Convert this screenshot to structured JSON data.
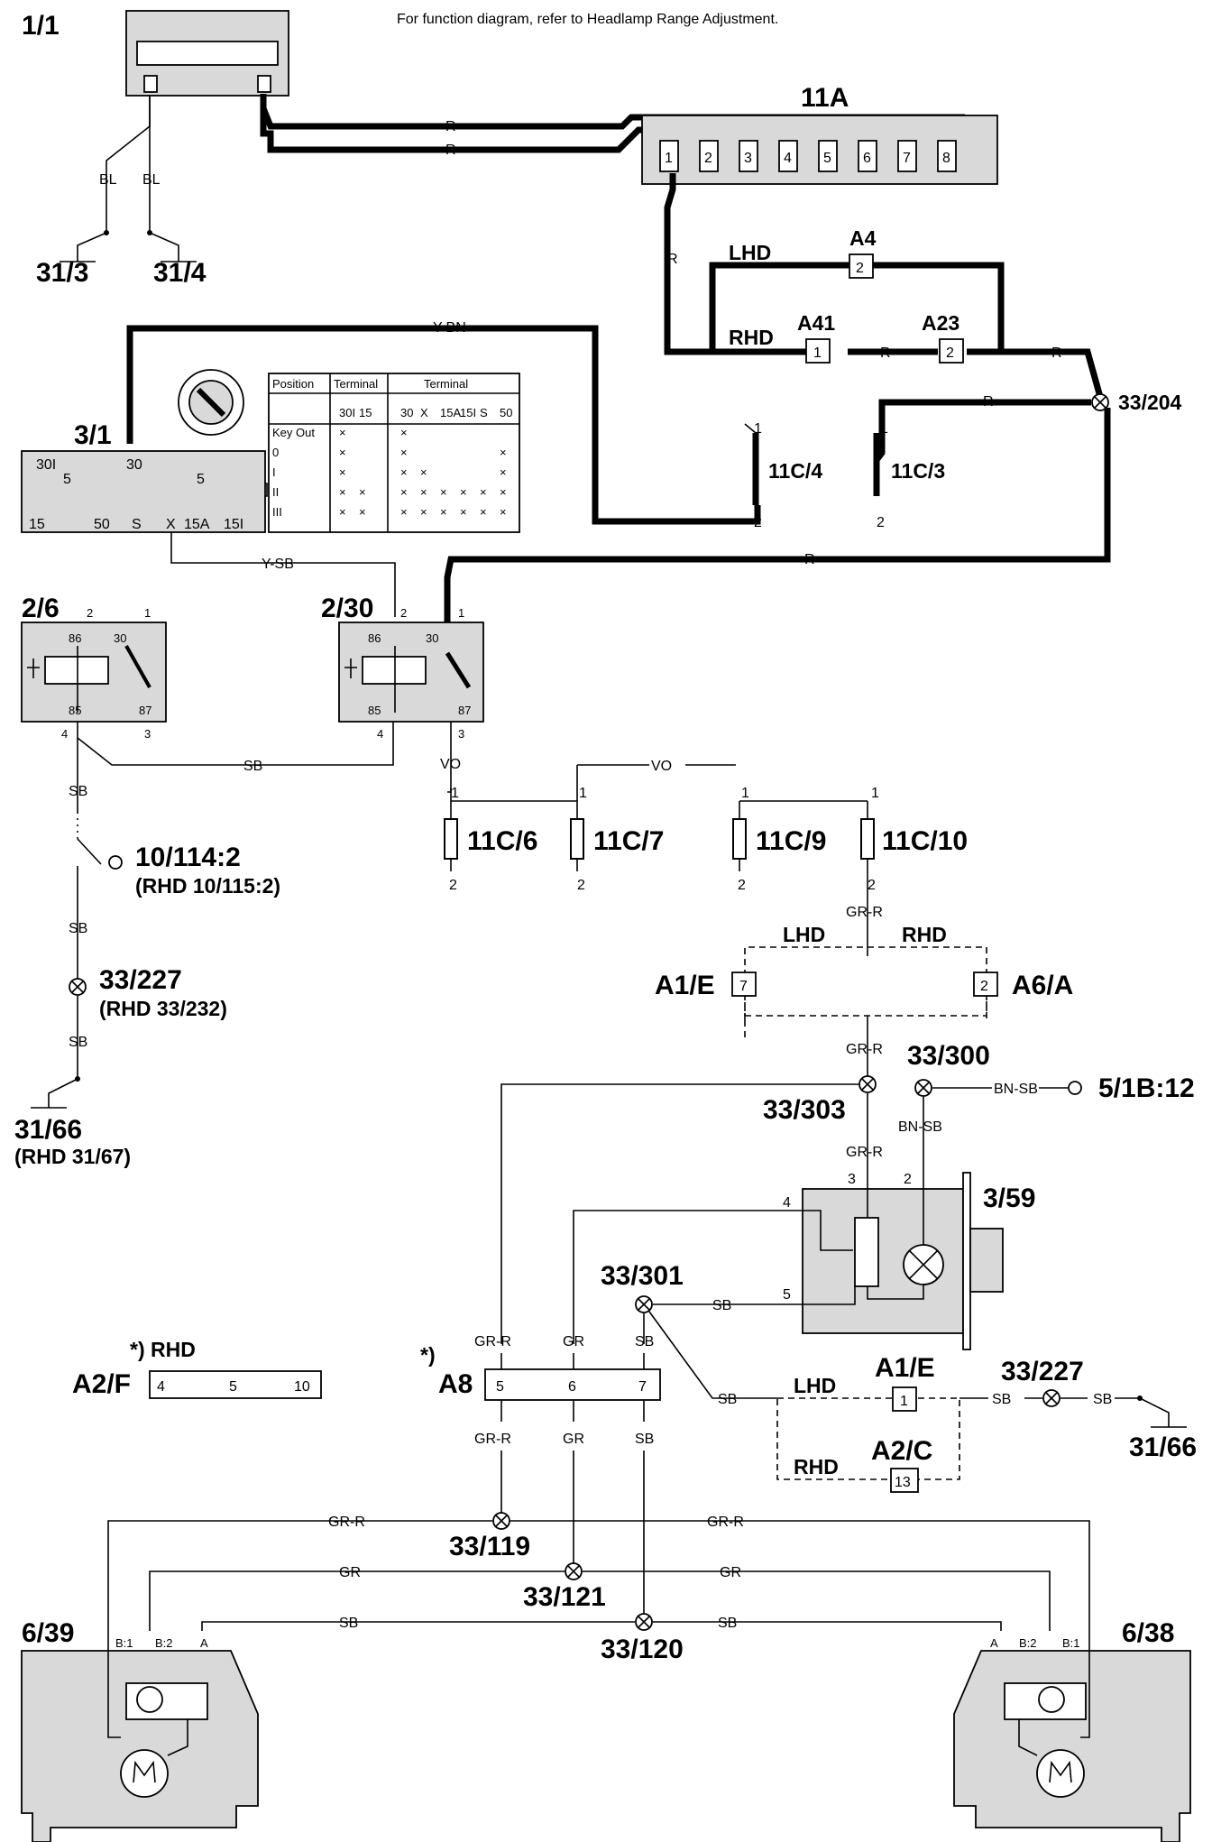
{
  "note": "For function diagram, refer to Headlamp Range Adjustment.",
  "components": {
    "battery": "1/1",
    "fusebox": "11A",
    "fuse_numbers": [
      "1",
      "2",
      "3",
      "4",
      "5",
      "6",
      "7",
      "8"
    ],
    "ground_31_3": "31/3",
    "ground_31_4": "31/4",
    "ignition_switch": "3/1",
    "relay_2_6": "2/6",
    "relay_2_30": "2/30",
    "switch_10_114": "10/114:2",
    "switch_10_114_rhd": "(RHD 10/115:2)",
    "splice_33_227_left": "33/227",
    "splice_33_227_left_rhd": "(RHD 33/232)",
    "ground_31_66_left": "31/66",
    "ground_31_66_left_rhd": "(RHD 31/67)",
    "fuse_11c4": "11C/4",
    "fuse_11c3": "11C/3",
    "fuse_11c6": "11C/6",
    "fuse_11c7": "11C/7",
    "fuse_11c9": "11C/9",
    "fuse_11c10": "11C/10",
    "conn_a4": "A4",
    "conn_a41": "A41",
    "conn_a23": "A23",
    "splice_33_204": "33/204",
    "conn_a1e_top": "A1/E",
    "conn_a6a": "A6/A",
    "splice_33_300": "33/300",
    "splice_33_303": "33/303",
    "conn_5_1b": "5/1B:12",
    "control_3_59": "3/59",
    "splice_33_301": "33/301",
    "conn_a1e_bottom": "A1/E",
    "conn_a2c": "A2/C",
    "splice_33_227_right": "33/227",
    "ground_31_66_right": "31/66",
    "rhd_note": "*) RHD",
    "conn_a2f": "A2/F",
    "a2f_pins": [
      "4",
      "5",
      "10"
    ],
    "a8_mark": "*)",
    "conn_a8": "A8",
    "a8_pins": [
      "5",
      "6",
      "7"
    ],
    "splice_33_119": "33/119",
    "splice_33_121": "33/121",
    "splice_33_120": "33/120",
    "motor_left": "6/39",
    "motor_right": "6/38"
  },
  "labels": {
    "lhd": "LHD",
    "rhd": "RHD",
    "pin_1": "1",
    "pin_2": "2",
    "pin_3": "3",
    "pin_4": "4",
    "pin_5": "5",
    "pin_7": "7",
    "pin_13": "13",
    "ign_30": "30",
    "ign_30i": "30I",
    "ign_5": "5",
    "ign_15": "15",
    "ign_50": "50",
    "ign_s": "S",
    "ign_x": "X",
    "ign_15a": "15A",
    "ign_15i": "15I",
    "relay_86": "86",
    "relay_85": "85",
    "relay_30": "30",
    "relay_87": "87",
    "motor_b1": "B:1",
    "motor_b2": "B:2",
    "motor_a": "A"
  },
  "wires": {
    "r": "R",
    "bl": "BL",
    "y_bn": "Y-BN",
    "y_sb": "Y-SB",
    "sb": "SB",
    "vo": "VO",
    "gr_r": "GR-R",
    "gr": "GR",
    "bn_sb": "BN-SB"
  },
  "ignition_table": {
    "position_header": "Position",
    "terminal_header": "Terminal",
    "terminal_header_2": "Terminal",
    "rows": [
      "Key Out",
      "0",
      "I",
      "II",
      "III"
    ],
    "cols_a": [
      "30I",
      "15"
    ],
    "cols_b": [
      "30",
      "X",
      "15A",
      "15I",
      "S",
      "50"
    ],
    "mark": "×"
  }
}
